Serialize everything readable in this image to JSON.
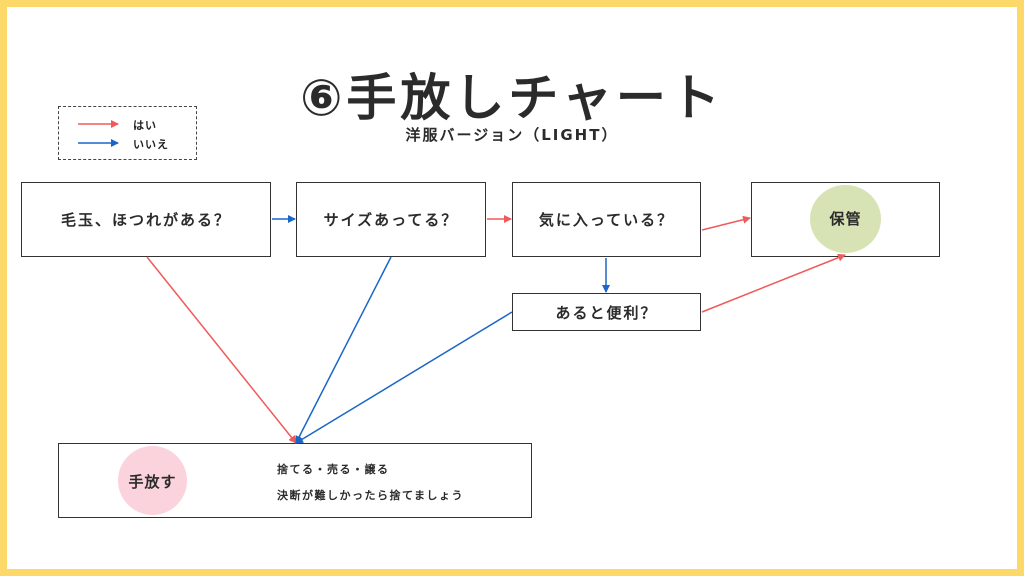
{
  "title": "⑥手放しチャート",
  "subtitle": "洋服バージョン（LIGHT）",
  "legend": {
    "yes_label": "はい",
    "no_label": "いいえ",
    "yes_color": "#f05a5a",
    "no_color": "#1a66c8"
  },
  "nodes": {
    "q1": "毛玉、ほつれがある？",
    "q2": "サイズあってる？",
    "q3": "気に入っている？",
    "q4": "あると便利？",
    "keep": "保管",
    "discard": "手放す"
  },
  "discard_notes": {
    "line1": "捨てる・売る・譲る",
    "line2": "決断が難しかったら捨てましょう"
  },
  "colors": {
    "frame": "#fcd869",
    "keep_circle": "#d7e3b5",
    "discard_circle": "#fbd3dc"
  }
}
